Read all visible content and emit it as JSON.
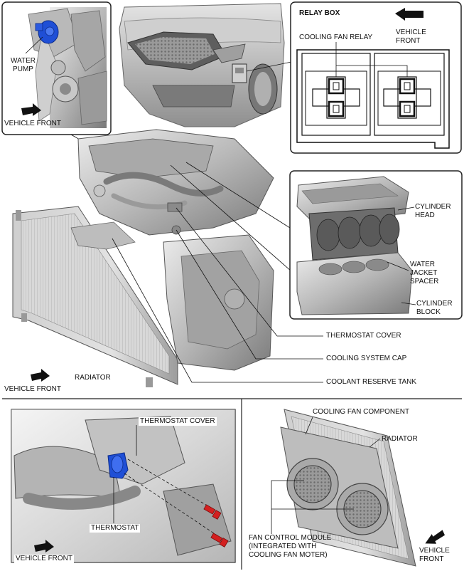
{
  "labels": {
    "water_pump": "WATER\nPUMP",
    "vehicle_front_1": "VEHICLE FRONT",
    "relay_box": "RELAY BOX",
    "vehicle_front_relay": "VEHICLE\nFRONT",
    "cooling_fan_relay": "COOLING FAN RELAY",
    "cylinder_head": "CYLINDER\nHEAD",
    "water_jacket_spacer": "WATER\nJACKET\nSPACER",
    "cylinder_block": "CYLINDER\nBLOCK",
    "thermostat_cover_main": "THERMOSTAT COVER",
    "cooling_system_cap": "COOLING SYSTEM CAP",
    "radiator_main": "RADIATOR",
    "coolant_reserve_tank": "COOLANT RESERVE TANK",
    "vehicle_front_2": "VEHICLE FRONT",
    "thermostat_cover_detail": "THERMOSTAT COVER",
    "thermostat": "THERMOSTAT",
    "vehicle_front_3": "VEHICLE FRONT",
    "cooling_fan_component": "COOLING FAN COMPONENT",
    "radiator_fan": "RADIATOR",
    "fan_control_module": "FAN CONTROL MODULE\n(INTEGRATED WITH\nCOOLING FAN MOTER)",
    "vehicle_front_4": "VEHICLE\nFRONT"
  },
  "colors": {
    "pump_highlight": "#1f4fd6",
    "bolt_red": "#d42020",
    "metal_light": "#d9d9d9",
    "metal_mid": "#a8a8a8",
    "metal_dark": "#6e6e6e"
  }
}
